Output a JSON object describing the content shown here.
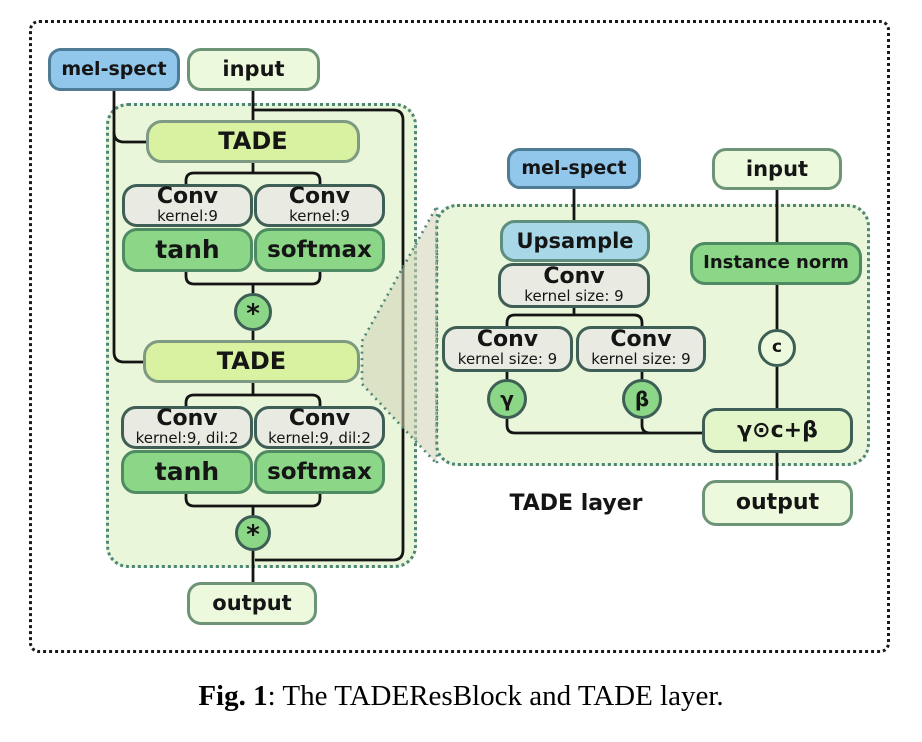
{
  "caption": {
    "bold": "Fig. 1",
    "rest": ": The TADEResBlock and TADE layer."
  },
  "colors": {
    "blue_fill": "#92C7EC",
    "blue_border": "#4D7C94",
    "lightblue_fill": "#A8D8E8",
    "lightblue_border": "#5E8F7E",
    "pale_fill": "#EDF9DC",
    "pale_border": "#6E9478",
    "tade_fill": "#D9F2A2",
    "tade_border": "#7E9A82",
    "conv_fill": "#E9EAE1",
    "conv_border": "#3F5F56",
    "green_fill": "#8CD687",
    "green_border": "#4E8A62",
    "dark_border": "#3D5F55",
    "affine_fill": "#E3F6C9",
    "container_fill": "#E9F6DA",
    "container_border": "#4E8577",
    "line_color": "#141414"
  },
  "taderesblock": {
    "mel_spect": "mel-spect",
    "input": "input",
    "tade_top": "TADE",
    "tade_bottom": "TADE",
    "conv": "Conv",
    "conv_sub_top": "kernel:9",
    "conv_sub_bottom": "kernel:9, dil:2",
    "tanh": "tanh",
    "softmax": "softmax",
    "multiply": "*",
    "output": "output"
  },
  "tade_layer": {
    "label": "TADE layer",
    "mel_spect": "mel-spect",
    "input": "input",
    "upsample": "Upsample",
    "conv": "Conv",
    "conv_sub": "kernel size: 9",
    "gamma": "γ",
    "beta": "β",
    "instance_norm": "Instance norm",
    "c": "c",
    "affine": "γ⊙c+β",
    "output": "output"
  }
}
